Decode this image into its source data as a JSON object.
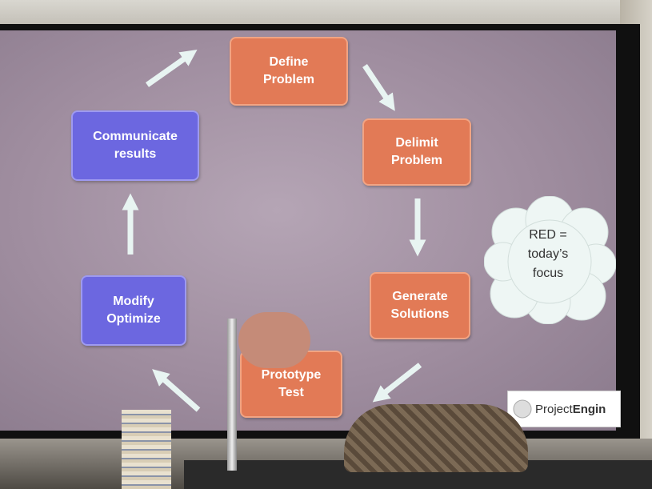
{
  "diagram": {
    "define": {
      "line1": "Define",
      "line2": "Problem"
    },
    "delimit": {
      "line1": "Delimit",
      "line2": "Problem"
    },
    "generate": {
      "line1": "Generate",
      "line2": "Solutions"
    },
    "prototype": {
      "line1": "Prototype",
      "line2": "Test"
    },
    "modify": {
      "line1": "Modify",
      "line2": "Optimize"
    },
    "communicate": {
      "line1": "Communicate",
      "line2": "results"
    }
  },
  "cloud": {
    "line1": "RED =",
    "line2": "today’s",
    "line3": "focus"
  },
  "logo": {
    "prefix": "Project",
    "suffix": "Engin"
  },
  "colors": {
    "focus": "#e27a56",
    "other": "#6c67e0"
  }
}
